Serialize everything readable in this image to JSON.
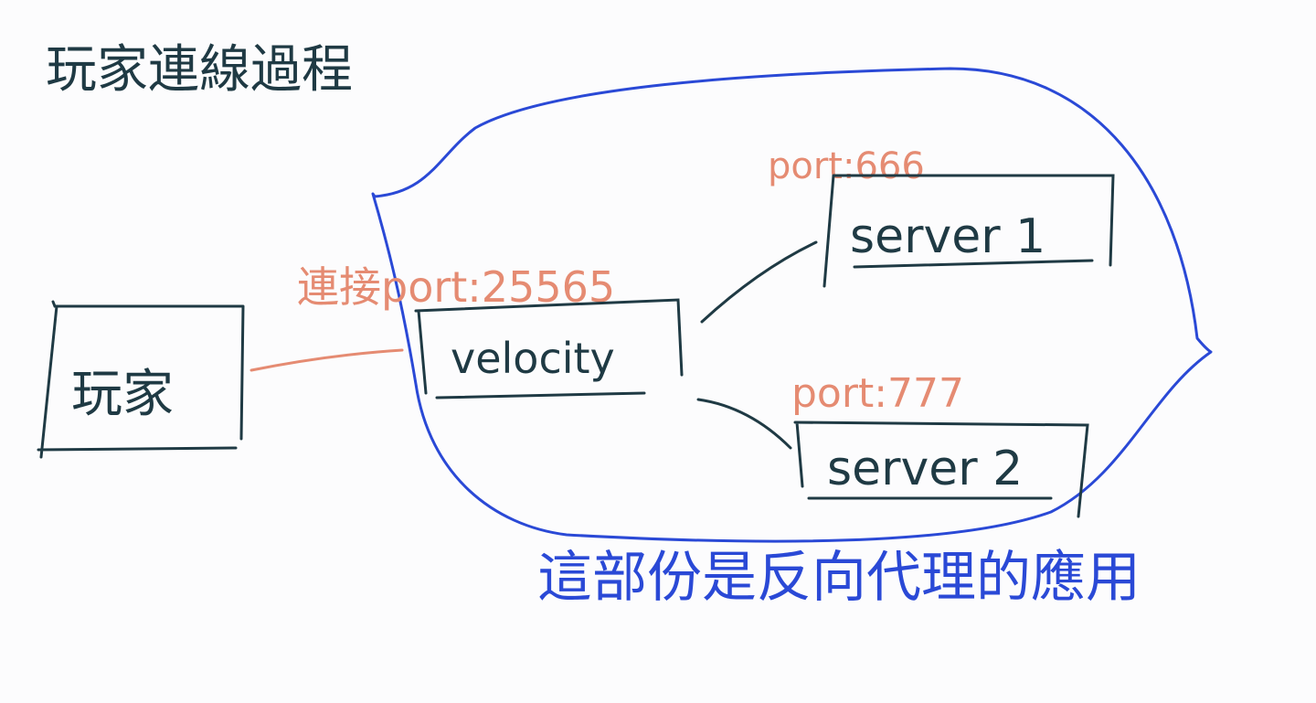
{
  "title": "玩家連線過程",
  "nodes": {
    "player": "玩家",
    "proxy": "velocity",
    "server1": "server 1",
    "server2": "server 2"
  },
  "edge_labels": {
    "player_to_proxy": "連接port:25565",
    "server1_port": "port:666",
    "server2_port": "port:777"
  },
  "group_label": "這部份是反向代理的應用",
  "colors": {
    "ink": "#1f3a44",
    "port_label": "#e58b72",
    "group": "#2a49d6",
    "background": "#fcfcfd"
  }
}
